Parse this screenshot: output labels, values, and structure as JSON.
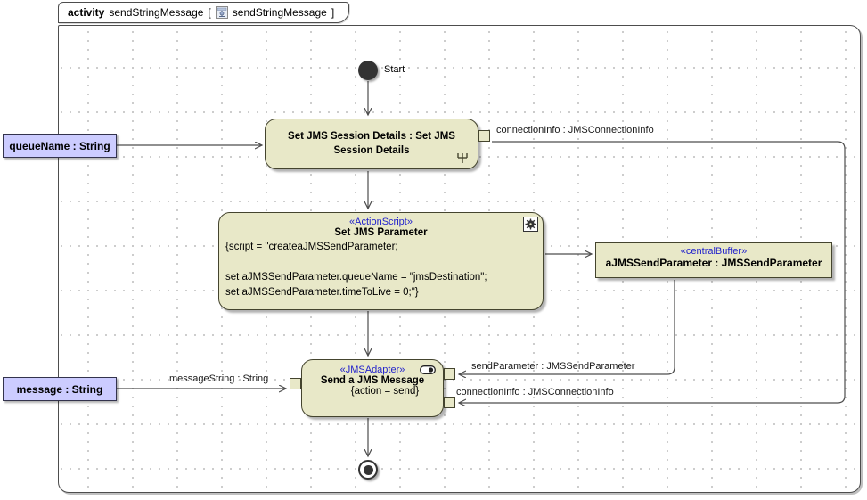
{
  "header": {
    "keyword": "activity",
    "name": "sendStringMessage",
    "open_bracket": "[",
    "diagram_name": "sendStringMessage",
    "close_bracket": "]"
  },
  "colors": {
    "node_fill": "#e8e8c8",
    "param_fill": "#ccccff",
    "stereotype_text": "#2222cc",
    "edge": "#4d4d4d"
  },
  "nodes": {
    "start": {
      "label": "Start"
    },
    "session": {
      "title": "Set JMS Session Details : Set JMS Session Details"
    },
    "queue_param": {
      "label": "queueName : String"
    },
    "message_param": {
      "label": "message : String"
    },
    "actionscript": {
      "stereotype": "«ActionScript»",
      "title": "Set JMS Parameter",
      "body": [
        "{script = \"createaJMSSendParameter;",
        "",
        "set aJMSSendParameter.queueName = \"jmsDestination\";",
        "set aJMSSendParameter.timeToLive = 0;\"}"
      ]
    },
    "buffer": {
      "stereotype": "«centralBuffer»",
      "title": "aJMSSendParameter : JMSSendParameter"
    },
    "send": {
      "stereotype": "«JMSAdapter»",
      "title": "Send a JMS Message",
      "constraint": "{action = send}"
    },
    "final": {
      "label": ""
    }
  },
  "edge_labels": {
    "connection_info_top": "connectionInfo : JMSConnectionInfo",
    "send_parameter": "sendParameter : JMSSendParameter",
    "connection_info_bottom": "connectionInfo : JMSConnectionInfo",
    "message_string": "messageString : String"
  }
}
